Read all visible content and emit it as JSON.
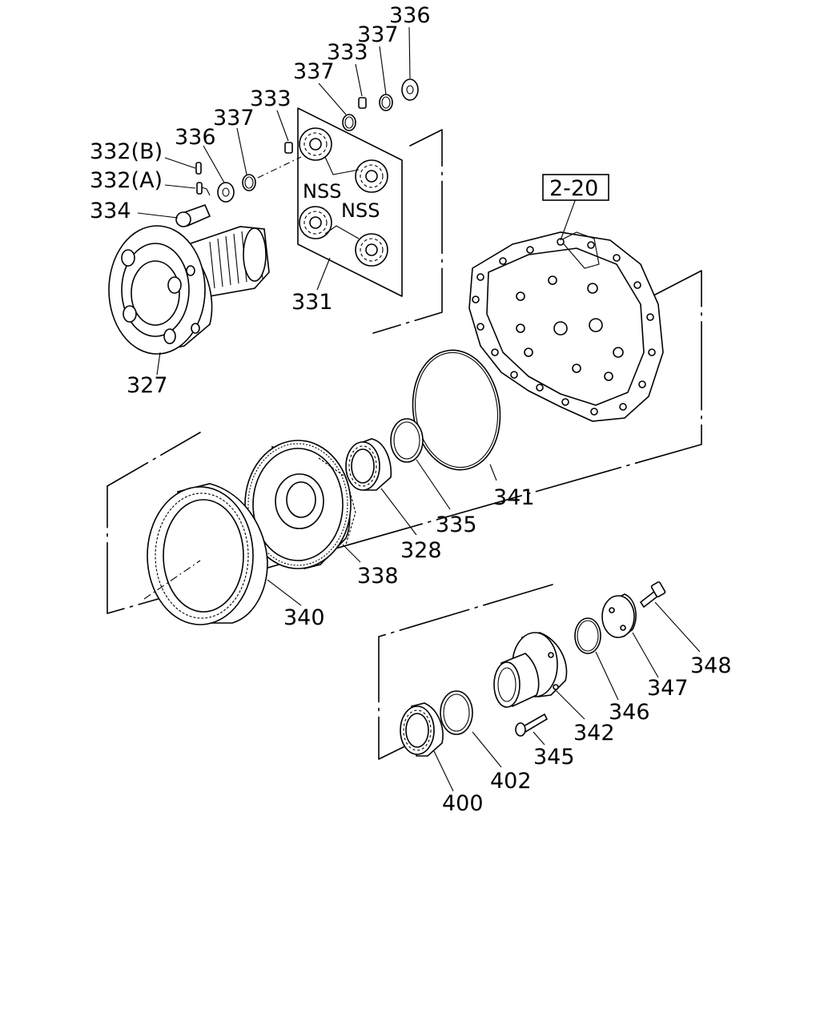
{
  "labels": {
    "p336a": "336",
    "p337a": "337",
    "p333a": "333",
    "p337b": "337",
    "p333b": "333",
    "p337c": "337",
    "p336b": "336",
    "p332b": "332(B)",
    "p332a": "332(A)",
    "p334": "334",
    "nss1": "NSS",
    "nss2": "NSS",
    "p331": "331",
    "p327": "327",
    "ref": "2-20",
    "p341": "341",
    "p335": "335",
    "p328": "328",
    "p338": "338",
    "p340": "340",
    "p348": "348",
    "p347": "347",
    "p346": "346",
    "p342": "342",
    "p345": "345",
    "p402": "402",
    "p400": "400"
  }
}
